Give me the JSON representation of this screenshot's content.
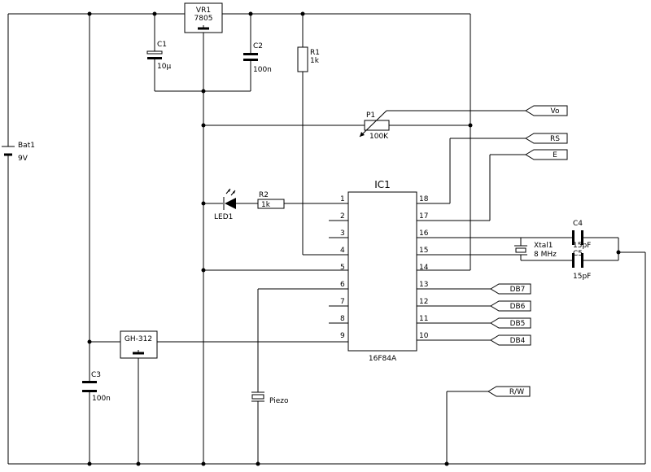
{
  "title": "",
  "components": {
    "bat1": {
      "ref": "Bat1",
      "value": "9V"
    },
    "vr1": {
      "ref": "VR1",
      "value": "7805"
    },
    "c1": {
      "ref": "C1",
      "value": "10µ"
    },
    "c2": {
      "ref": "C2",
      "value": "100n"
    },
    "r1": {
      "ref": "R1",
      "value": "1k"
    },
    "p1": {
      "ref": "P1",
      "value": "100K"
    },
    "led1": {
      "ref": "LED1"
    },
    "r2": {
      "ref": "R2",
      "value": "1k"
    },
    "ic1": {
      "ref": "IC1",
      "part": "16F84A"
    },
    "xtal1": {
      "ref": "Xtal1",
      "value": "8 MHz"
    },
    "c4": {
      "ref": "C4",
      "value": "15pF"
    },
    "c5": {
      "ref": "C5",
      "value": "15pF"
    },
    "c3": {
      "ref": "C3",
      "value": "100n"
    },
    "gh312": {
      "ref": "GH-312"
    },
    "piezo": {
      "ref": "Piezo"
    }
  },
  "pins_left": [
    "1",
    "2",
    "3",
    "4",
    "5",
    "6",
    "7",
    "8",
    "9"
  ],
  "pins_right": [
    "18",
    "17",
    "16",
    "15",
    "14",
    "13",
    "12",
    "11",
    "10"
  ],
  "ports": {
    "vo": "Vo",
    "rs": "RS",
    "e": "E",
    "db7": "DB7",
    "db6": "DB6",
    "db5": "DB5",
    "db4": "DB4",
    "rw": "R/W"
  }
}
